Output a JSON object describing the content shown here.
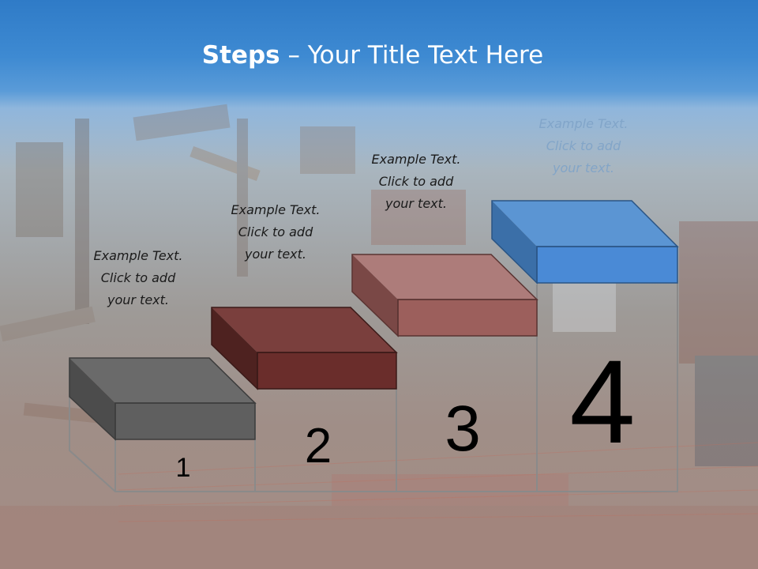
{
  "title": {
    "strong": "Steps",
    "rest": " – Your Title Text Here"
  },
  "steps": [
    {
      "number": "1",
      "line1": "Example Text.",
      "line2": "Click  to add",
      "line3": "your text.",
      "color": "#6b6b6b"
    },
    {
      "number": "2",
      "line1": "Example Text.",
      "line2": "Click  to add",
      "line3": "your text.",
      "color": "#6b2c2b"
    },
    {
      "number": "3",
      "line1": "Example Text.",
      "line2": "Click  to add",
      "line3": "your text.",
      "color": "#9a5a58"
    },
    {
      "number": "4",
      "line1": "Example Text.",
      "line2": "Click  to add",
      "line3": "your text.",
      "color": "#4a90d9"
    }
  ]
}
